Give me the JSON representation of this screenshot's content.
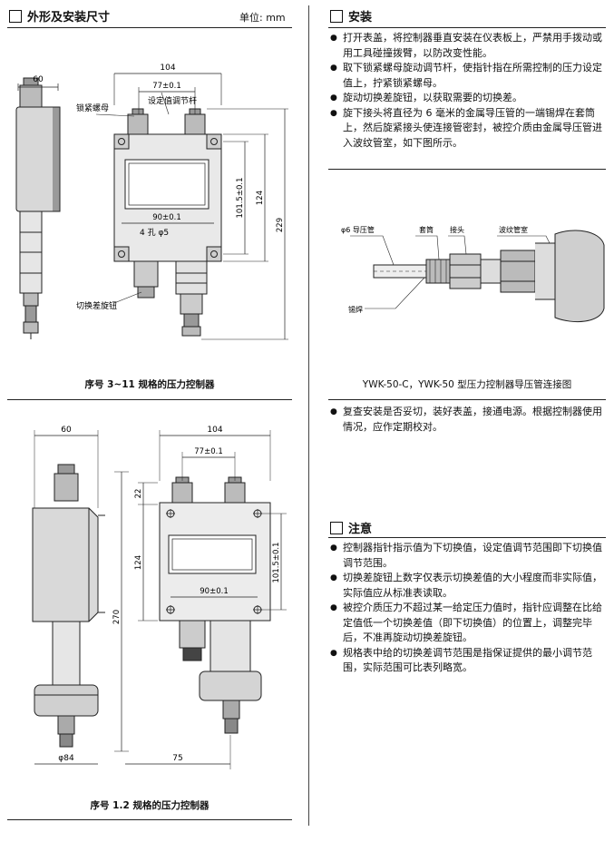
{
  "left": {
    "title": "外形及安装尺寸",
    "unit": "单位: mm",
    "fig1": {
      "caption": "序号 3~11 规格的压力控制器",
      "dims": {
        "w104": "104",
        "w60": "60",
        "w77": "77±0.1",
        "w90": "90±0.1",
        "h101": "101.5±0.1",
        "h124": "124",
        "h229": "229"
      },
      "labels": {
        "lock_nut": "锁紧螺母",
        "set_lever": "设定值调节杆",
        "holes": "4 孔 φ5",
        "diff_knob": "切换差旋钮"
      }
    },
    "fig2": {
      "caption": "序号 1.2 规格的压力控制器",
      "dims": {
        "w60": "60",
        "w104": "104",
        "w77": "77±0.1",
        "w90": "90±0.1",
        "h22": "22",
        "h124": "124",
        "h270": "270",
        "h101": "101.5±0.1",
        "d84": "φ84",
        "w75": "75"
      }
    }
  },
  "right": {
    "install": {
      "title": "安装",
      "items": [
        "打开表盖，将控制器垂直安装在仪表板上，严禁用手拨动或用工具碰撞拨臂，以防改变性能。",
        "取下锁紧螺母旋动调节杆，使指针指在所需控制的压力设定值上，拧紧锁紧螺母。",
        "旋动切换差旋钮，以获取需要的切换差。",
        "旋下接头将直径为 6 毫米的金属导压管的一端锡焊在套筒上，然后旋紧接头使连接管密封，被控介质由金属导压管进入波纹管室，如下图所示。"
      ]
    },
    "pipe_fig": {
      "caption": "YWK-50-C，YWK-50 型压力控制器导压管连接图",
      "labels": {
        "pipe": "φ6 导压管",
        "sleeve": "套筒",
        "joint": "接头",
        "bellows": "波纹管室",
        "solder": "锡焊"
      }
    },
    "check": {
      "items": [
        "复查安装是否妥切，装好表盖，接通电源。根据控制器使用情况，应作定期校对。"
      ]
    },
    "notes": {
      "title": "注意",
      "items": [
        "控制器指针指示值为下切换值，设定值调节范围即下切换值调节范围。",
        "切换差旋钮上数字仅表示切换差值的大小程度而非实际值，实际值应从标准表读取。",
        "被控介质压力不超过某一给定压力值时，指针应调整在比给定值低一个切换差值（即下切换值）的位置上，调整完毕后，不准再旋动切换差旋钮。",
        "规格表中给的切换差调节范围是指保证提供的最小调节范围，实际范围可比表列略宽。"
      ]
    }
  }
}
